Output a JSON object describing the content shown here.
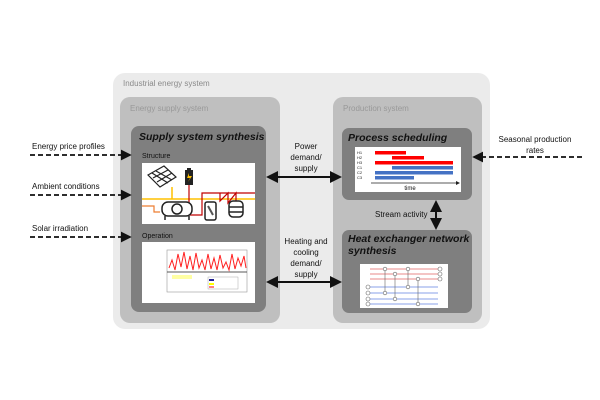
{
  "outer": {
    "label": "Industrial energy system"
  },
  "energy_supply": {
    "label": "Energy supply system",
    "synthesis": {
      "title": "Supply system synthesis",
      "structure_label": "Structure",
      "operation_label": "Operation"
    }
  },
  "production": {
    "label": "Production system",
    "scheduling": {
      "title": "Process scheduling",
      "axis_label": "time",
      "stream_labels": [
        "H1",
        "H2",
        "H3",
        "C1",
        "C2",
        "C3"
      ]
    },
    "hen": {
      "title": "Heat exchanger network synthesis"
    }
  },
  "inputs_left": [
    "Energy price profiles",
    "Ambient conditions",
    "Solar irradiation"
  ],
  "input_right": "Seasonal production rates",
  "links": {
    "power": "Power demand/ supply",
    "heat": "Heating and cooling demand/ supply",
    "stream": "Stream activity"
  },
  "colors": {
    "outer": "#ebebeb",
    "subsystem": "#bfbfbf",
    "module": "#7f7f7f",
    "hot": "#ff0000",
    "cold": "#4472c4",
    "grid": "#ffc000",
    "power_line": "#c00000"
  }
}
